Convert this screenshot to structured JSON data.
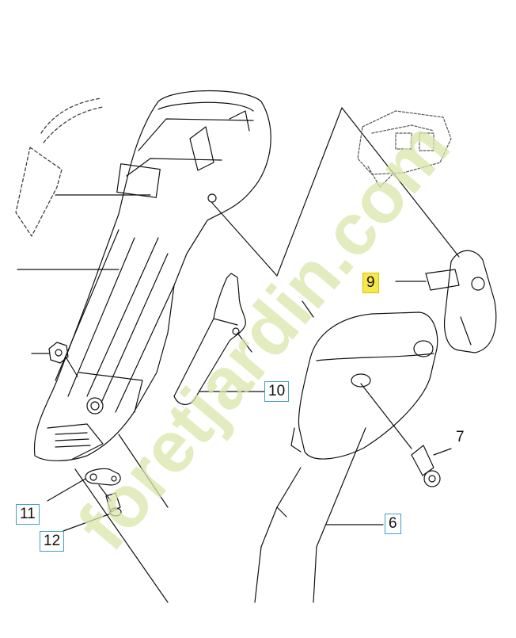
{
  "callouts": {
    "c6": "6",
    "c7": "7",
    "c9": "9",
    "c10": "10",
    "c11": "11",
    "c12": "12"
  },
  "watermark": {
    "text": "foretjardin.com",
    "colors": [
      "#d8e6a8",
      "#f3d6a6",
      "#d8e6a8"
    ]
  },
  "colors": {
    "line": "#111111",
    "callout_border": "#3fa0c8",
    "highlight": "#f7e84a"
  }
}
